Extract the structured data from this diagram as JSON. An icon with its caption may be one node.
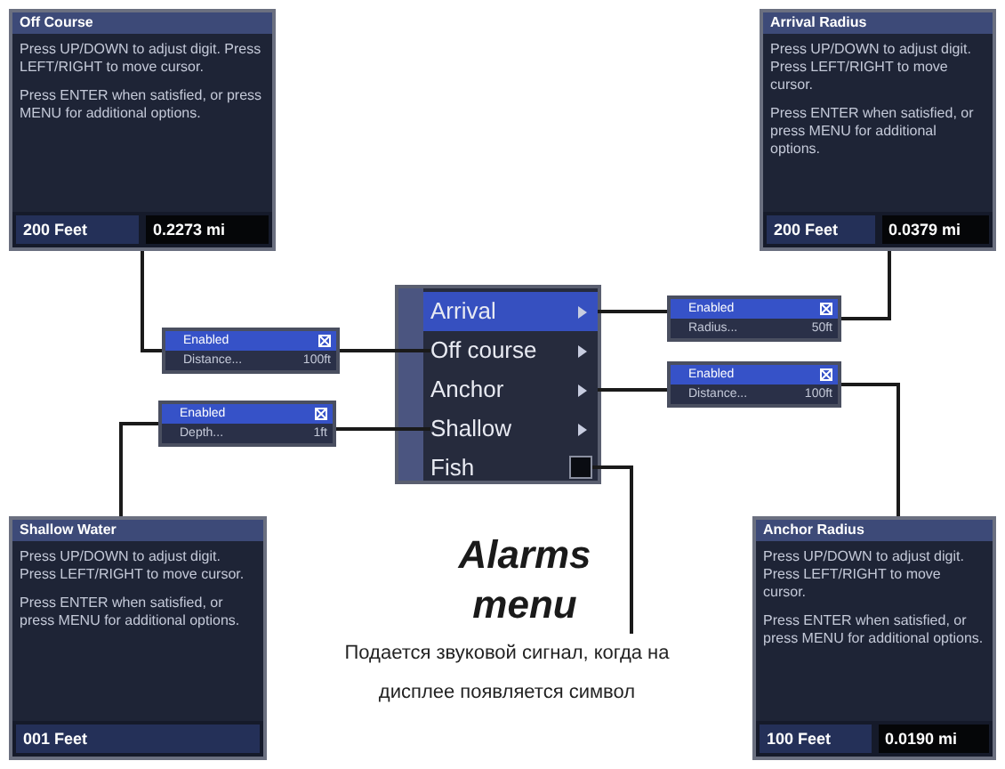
{
  "diagram": {
    "title": "Alarms menu",
    "nodes": [
      {
        "text": [
          "Off Course",
          "Press UP/DOWN to adjust digit. Press LEFT/RIGHT to move cursor.",
          "Press ENTER when satisfied, or press MENU for additional options.",
          "200 Feet",
          "0.2273 mi"
        ]
      },
      {
        "text": [
          "Arrival Radius",
          "Press UP/DOWN to adjust digit. Press LEFT/RIGHT to move cursor.",
          "Press ENTER when satisfied, or press MENU for additional options.",
          "200 Feet",
          "0.0379 mi"
        ]
      },
      {
        "text": [],
        "shape": "box"
      },
      {
        "text": [
          "Arrival"
        ],
        "in": 2
      },
      {
        "text": [
          "Off course"
        ],
        "in": 2
      },
      {
        "text": [
          "Anchor"
        ],
        "in": 2
      },
      {
        "text": [
          "Shallow"
        ],
        "in": 2
      },
      {
        "text": [
          "Fish"
        ],
        "in": 2
      },
      {
        "text": [],
        "shape": "box",
        "in": 7
      },
      {
        "text": [
          "Enabled",
          "Radius...",
          "50ft"
        ]
      },
      {
        "text": [
          "Enabled",
          "Distance...",
          "100ft"
        ]
      },
      {
        "text": [
          "Enabled",
          "Distance...",
          "100ft"
        ]
      },
      {
        "text": [
          "Enabled",
          "Depth...",
          "1ft"
        ]
      },
      {
        "text": [
          "Shallow Water",
          "Press UP/DOWN to adjust digit. Press LEFT/RIGHT to move cursor.",
          "Press ENTER when satisfied, or press MENU for additional options.",
          "001 Feet"
        ]
      },
      {
        "text": [
          "Anchor Radius",
          "Press UP/DOWN to adjust digit. Press LEFT/RIGHT to move cursor.",
          "Press ENTER when satisfied, or press MENU for additional options.",
          "100 Feet",
          "0.0190 mi"
        ]
      },
      {
        "text": [
          "Подается звуковой сигнал, когда на дисплее появляется символ"
        ]
      }
    ],
    "edges": [
      {
        "from": 10,
        "to": 0,
        "arrow": "none"
      },
      {
        "from": 10,
        "to": 4,
        "arrow": "none"
      },
      {
        "from": 3,
        "to": 9,
        "arrow": "none"
      },
      {
        "from": 9,
        "to": 1,
        "arrow": "none"
      },
      {
        "from": 5,
        "to": 11,
        "arrow": "none"
      },
      {
        "from": 11,
        "to": 14,
        "arrow": "none"
      },
      {
        "from": 6,
        "to": 12,
        "arrow": "none"
      },
      {
        "from": 12,
        "to": 13,
        "arrow": "none"
      },
      {
        "from": 8,
        "to": 15,
        "arrow": "none"
      }
    ]
  }
}
